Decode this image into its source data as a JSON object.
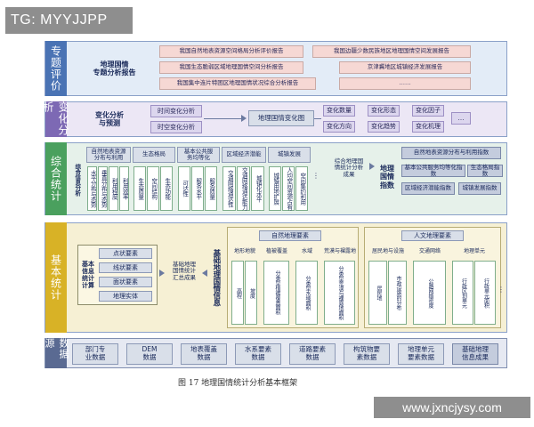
{
  "watermark_top": "TG: MYYJJPP",
  "watermark_bottom": "www.jxncjysy.com",
  "caption": "图 17  地理国情统计分析基本框架",
  "b1": {
    "side": "专题评价",
    "title": "地理国情\n专题分析报告",
    "reports_left": [
      "我国自然地表资源空间格局分析评价报告",
      "我国生态脆弱区域地理国情空间分析报告",
      "我国集中连片特困区地理国情状况综合分析报告"
    ],
    "reports_right": [
      "我国边疆少数民族地区地理国情空间发展报告",
      "京津冀地区城镇经济发展报告",
      "……"
    ]
  },
  "b2": {
    "side": "变化分析",
    "title": "变化分析\n与预测",
    "methods": [
      "时间变化分析",
      "时空变化分析"
    ],
    "center": "地理国情变化图",
    "indicators": [
      "变化数量",
      "变化形态",
      "变化因子",
      "变化方向",
      "变化趋势",
      "变化机理"
    ]
  },
  "b3": {
    "side": "综合统计",
    "vlabel": "综合信息分析",
    "groups": [
      {
        "title": "自然地表资源\n分布与利用",
        "items": [
          "水平分布与态势",
          "垂直分布与态势",
          "利用程度",
          "利用效率"
        ]
      },
      {
        "title": "生态格局",
        "items": [
          "生态质量",
          "空间结构",
          "生态功能"
        ]
      },
      {
        "title": "基本公共服\n务均等化",
        "items": [
          "可达性",
          "服务水平",
          "服务质量"
        ]
      },
      {
        "title": "区域经济潜能",
        "items": [
          "交通网络通达性",
          "交通网络通达能力",
          "城镇化水平"
        ]
      },
      {
        "title": "城镇发展",
        "items": [
          "城镇用地扩展",
          "人均空间资源占有",
          "空间集约利用"
        ]
      }
    ],
    "result": "综合地理国\n情统计分析\n成果",
    "right_title": "地理\n国情\n指数",
    "indices": [
      "自然地表资源分布与利用指数",
      "基本公共服务均等化指数",
      "生态格局指数",
      "区域经济潜能指数",
      "城镇发展指数"
    ]
  },
  "b4": {
    "side": "基本统计",
    "left_title": "基本\n信息\n统计\n计算",
    "stats": [
      "点状要素",
      "线状要素",
      "面状要素",
      "地理实体"
    ],
    "result": "基础地理\n国情统计\n汇总成果",
    "big_title": "基础地理国情信息",
    "natural": {
      "title": "自然地理要素",
      "subs": [
        {
          "title": "地形地貌",
          "items": [
            "高程",
            "坡度"
          ]
        },
        {
          "title": "植被覆盖",
          "items": [
            "分类型植被覆盖面积"
          ]
        },
        {
          "title": "水域",
          "items": [
            "分类型水域面积"
          ]
        },
        {
          "title": "荒漠与裸露地",
          "items": [
            "分类型荒漠与裸露地面积"
          ]
        }
      ]
    },
    "human": {
      "title": "人文地理要素",
      "subs": [
        {
          "title": "居民地与设施",
          "items": [
            "居民地",
            "市政设施的分布"
          ]
        },
        {
          "title": "交通网络",
          "items": [
            "公路网络密度"
          ]
        },
        {
          "title": "地理单元",
          "items": [
            "行政区划单元",
            "行政单元面积"
          ]
        }
      ]
    }
  },
  "b5": {
    "side": "数据源",
    "sources": [
      "部门专\n业数据",
      "DEM\n数据",
      "地表覆盖\n数据",
      "水系要素\n数据",
      "道路要素\n数据",
      "构筑物要\n素数据",
      "地理单元\n要素数据",
      "基础地理\n信息成果"
    ]
  }
}
